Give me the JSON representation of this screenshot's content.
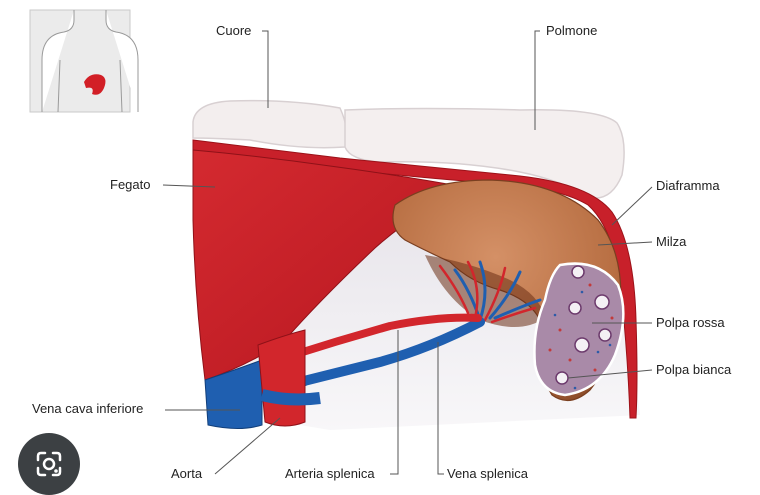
{
  "labels": {
    "heart": "Cuore",
    "lung": "Polmone",
    "liver": "Fegato",
    "diaphragm": "Diaframma",
    "spleen": "Milza",
    "red_pulp": "Polpa rossa",
    "white_pulp": "Polpa bianca",
    "ivc": "Vena cava inferiore",
    "aorta": "Aorta",
    "splenic_artery": "Arteria splenica",
    "splenic_vein": "Vena splenica"
  },
  "colors": {
    "organ_red": "#c8202a",
    "lung_white": "#f3eeee",
    "spleen_brown": "#b86f43",
    "vein_blue": "#1f5fb0",
    "pulp_purple": "#a98aa8"
  },
  "icons": {
    "lens": "google-lens-icon"
  }
}
